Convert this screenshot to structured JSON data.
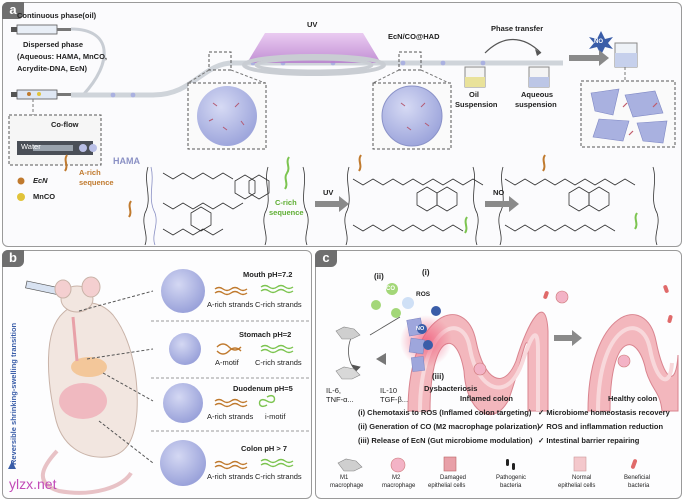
{
  "panel_a": {
    "label": "a",
    "continuous_phase": "Continuous phase(oil)",
    "dispersed_phase": "Dispersed phase",
    "aqueous": "(Aqueous: HAMA, MnCO,",
    "acrydite": "Acrydite-DNA, EcN)",
    "co_flow": "Co-flow",
    "water": "Water",
    "uv": "UV",
    "product": "EcN/CO@HAD",
    "phase_transfer": "Phase transfer",
    "no": "NO",
    "oil_suspension_1": "Oil",
    "oil_suspension_2": "Suspension",
    "aqueous_suspension_1": "Aqueous",
    "aqueous_suspension_2": "suspension",
    "legend": {
      "ecn": "EcN",
      "mnco": "MnCO",
      "a_rich_1": "A-rich",
      "a_rich_2": "sequence",
      "c_rich_1": "C-rich",
      "c_rich_2": "sequence",
      "hama": "HAMA"
    },
    "uv_arrow": "UV",
    "no_arrow": "NO"
  },
  "panel_b": {
    "label": "b",
    "side_label": "Reversible shrinking-swelling transition",
    "watermark": "ylzx.net",
    "rows": [
      {
        "site": "Mouth pH=7.2",
        "left": "A-rich strands",
        "right": "C-rich strands"
      },
      {
        "site": "Stomach pH=2",
        "left": "A-motif",
        "right": "C-rich strands"
      },
      {
        "site": "Duodenum pH=5",
        "left": "A-rich strands",
        "right": "i-motif"
      },
      {
        "site": "Colon pH > 7",
        "left": "A-rich strands",
        "right": "C-rich strands"
      }
    ]
  },
  "panel_c": {
    "label": "c",
    "ii": "(ii)",
    "i": "(i)",
    "iii": "(iii)",
    "co": "CO",
    "ros": "ROS",
    "no": "NO",
    "il6": "IL-6,",
    "tnf": "TNF-α...",
    "il10": "IL-10",
    "tgf": "TGF-β...",
    "dysbacteriosis": "Dysbacteriosis",
    "inflamed": "Inflamed colon",
    "healthy": "Healthy colon",
    "mechanisms": [
      "(i) Chemotaxis to ROS (Inflamed colon targeting)",
      "(ii) Generation of CO (M2 macrophage polarization)",
      "(iii) Release of EcN (Gut microbiome modulation)"
    ],
    "outcomes": [
      "✓ Microbiome homeostasis recovery",
      "✓ ROS and inflammation reduction",
      "✓ Intestinal barrier repairing"
    ],
    "legend": [
      {
        "line1": "M1",
        "line2": "macrophage"
      },
      {
        "line1": "M2",
        "line2": "macrophage"
      },
      {
        "line1": "Damaged",
        "line2": "epithelial cells"
      },
      {
        "line1": "Pathogenic",
        "line2": "bacteria"
      },
      {
        "line1": "Normal",
        "line2": "epithelial cells"
      },
      {
        "line1": "Beneficial",
        "line2": "bacteria"
      }
    ]
  },
  "colors": {
    "accent_blue": "#3a5da8",
    "microsphere": "#b9bfe6",
    "a_rich": "#c07a2e",
    "c_rich": "#7cc450",
    "colon_pink": "#f0a6b0",
    "uv_purple": "#c58fd8"
  }
}
